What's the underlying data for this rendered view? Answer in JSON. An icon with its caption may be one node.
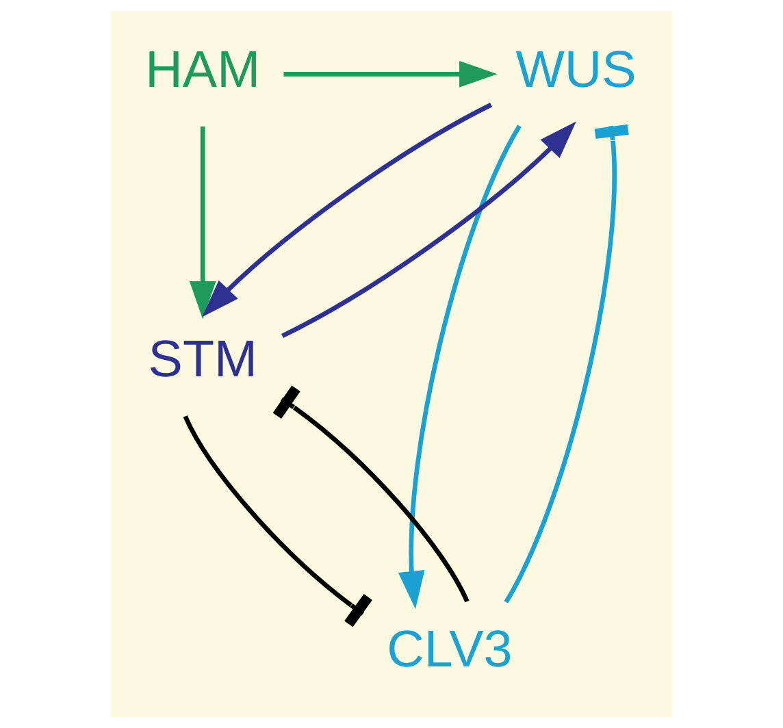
{
  "diagram": {
    "nodes": [
      {
        "text": [
          "HAM"
        ]
      },
      {
        "text": [
          "WUS"
        ]
      },
      {
        "text": [
          "CLV3"
        ]
      },
      {
        "text": [
          "STM"
        ]
      }
    ],
    "edges": [
      {
        "from": 0,
        "to": 1,
        "arrow": "to",
        "color": "#1e9a5a"
      },
      {
        "from": 0,
        "to": 3,
        "arrow": "to",
        "color": "#1e9a5a"
      },
      {
        "from": 1,
        "to": 3,
        "arrow": "to",
        "color": "#2e3192"
      },
      {
        "from": 3,
        "to": 1,
        "arrow": "to",
        "color": "#2e3192"
      },
      {
        "from": 1,
        "to": 2,
        "arrow": "to",
        "color": "#1ba1d2"
      },
      {
        "from": 2,
        "to": 1,
        "arrow": "other",
        "color": "#1ba1d2"
      },
      {
        "from": 2,
        "to": 3,
        "arrow": "other",
        "color": "#000000"
      },
      {
        "from": 3,
        "to": 2,
        "arrow": "other",
        "color": "#000000"
      }
    ]
  }
}
